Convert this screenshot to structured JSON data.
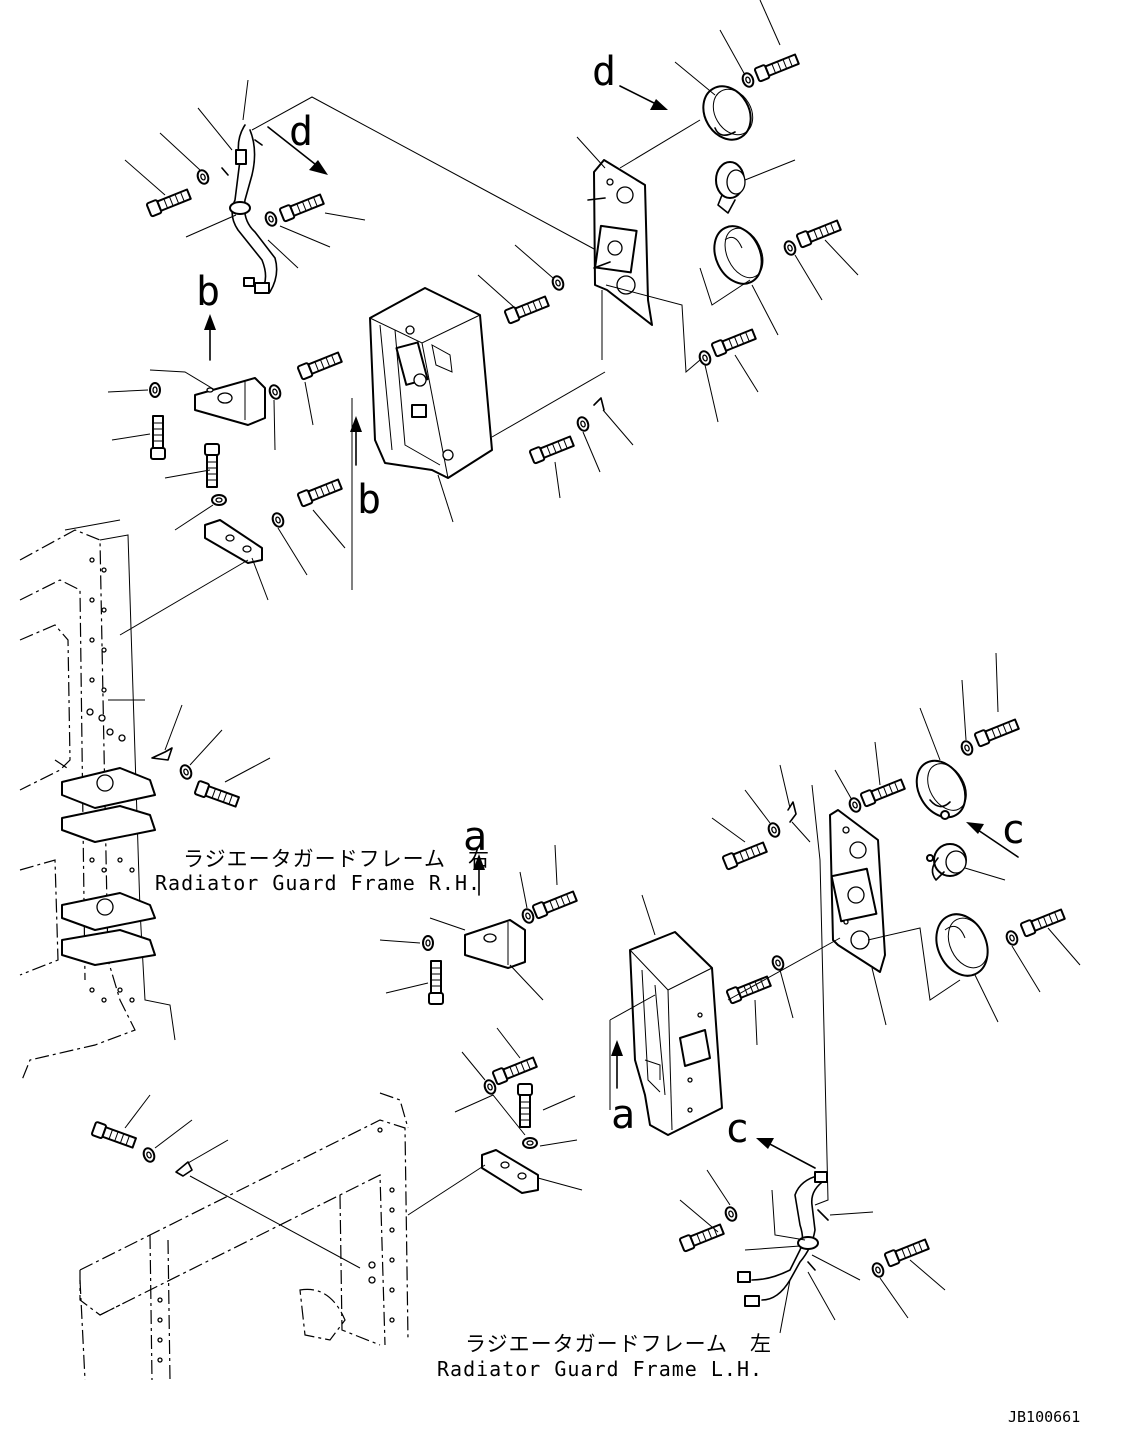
{
  "labels": {
    "ref_d": "d",
    "ref_b": "b",
    "ref_a": "a",
    "ref_c": "c"
  },
  "frame_rh": {
    "jp": "ラジエータガードフレーム　右",
    "en": "Radiator Guard Frame R.H."
  },
  "frame_lh": {
    "jp": "ラジエータガードフレーム　左",
    "en": "Radiator Guard Frame L.H."
  },
  "drawing_code": "JB100661",
  "icons": {
    "bolt": "hex-bolt-icon",
    "washer": "washer-icon",
    "clip": "clip-icon",
    "lamp": "lamp-icon",
    "bracket": "bracket-icon",
    "harness": "wire-harness-icon"
  }
}
